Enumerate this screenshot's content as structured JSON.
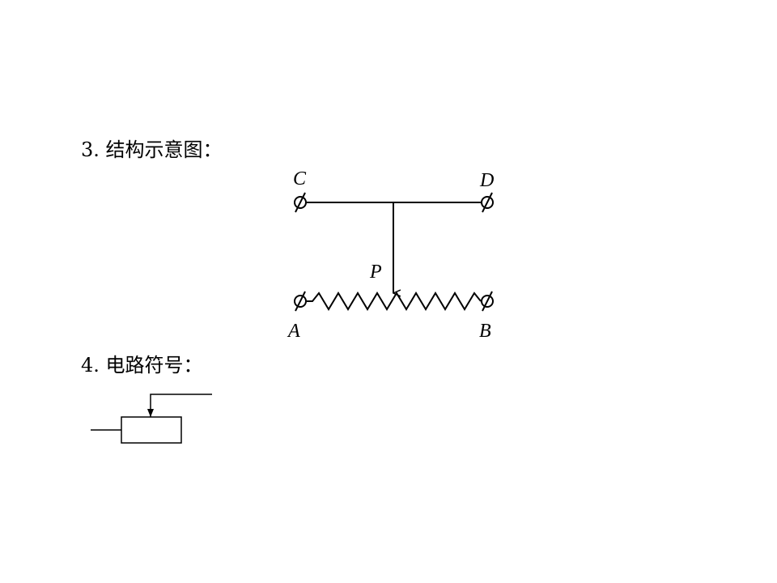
{
  "section3": {
    "heading": "3. 结构示意图："
  },
  "section4": {
    "heading": "4. 电路符号："
  },
  "rheostat_diagram": {
    "labels": {
      "C": "C",
      "D": "D",
      "P": "P",
      "A": "A",
      "B": "B"
    }
  },
  "colors": {
    "line": "#000000",
    "background": "#ffffff"
  }
}
